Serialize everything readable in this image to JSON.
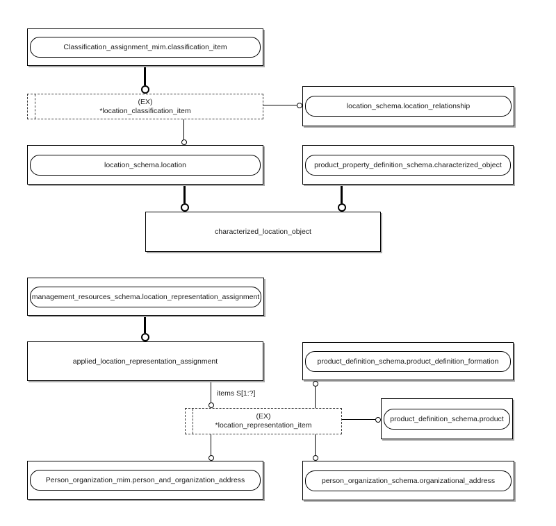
{
  "entities": {
    "classification_item": {
      "label": "Classification_assignment_mim.classification_item"
    },
    "location_classification_item": {
      "stereotype": "(EX)",
      "label": "*location_classification_item"
    },
    "location_relationship": {
      "label": "location_schema.location_relationship"
    },
    "location": {
      "label": "location_schema.location"
    },
    "characterized_object": {
      "label": "product_property_definition_schema.characterized_object"
    },
    "characterized_location_object": {
      "label": "characterized_location_object"
    },
    "location_representation_assignment": {
      "label": "management_resources_schema.location_representation_assignment"
    },
    "applied_location_representation_assignment": {
      "label": "applied_location_representation_assignment"
    },
    "product_definition_formation": {
      "label": "product_definition_schema.product_definition_formation"
    },
    "location_representation_item": {
      "stereotype": "(EX)",
      "label": "*location_representation_item"
    },
    "product": {
      "label": "product_definition_schema.product"
    },
    "person_and_organization_address": {
      "label": "Person_organization_mim.person_and_organization_address"
    },
    "organizational_address": {
      "label": "person_organization_schema.organizational_address"
    }
  },
  "labels": {
    "items_cardinality": "items S[1:?]"
  },
  "colors": {
    "line": "#000000",
    "dashed_line": "#3a3a3a",
    "box_shadow": "#aaaaaa",
    "background": "#ffffff",
    "text": "#1a1a1a"
  }
}
